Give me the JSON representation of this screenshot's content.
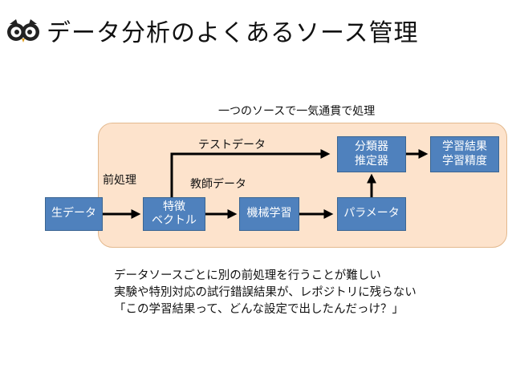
{
  "title": "データ分析のよくあるソース管理",
  "logo_icon": "owl-eyes-icon",
  "diagram": {
    "banner": "一つのソースで一気通貫で処理",
    "edge_labels": {
      "preprocess": "前処理",
      "test_data": "テストデータ",
      "teacher_data": "教師データ"
    },
    "nodes": {
      "raw_data": [
        "生データ"
      ],
      "feature_vector": [
        "特徴",
        "ベクトル"
      ],
      "machine_learning": [
        "機械学習"
      ],
      "parameters": [
        "パラメータ"
      ],
      "classifier": [
        "分類器",
        "推定器"
      ],
      "results": [
        "学習結果",
        "学習精度"
      ]
    }
  },
  "notes": [
    "データソースごとに別の前処理を行うことが難しい",
    "実験や特別対応の試行錯誤結果が、レポジトリに残らない",
    "「この学習結果って、どんな設定で出したんだっけ？」"
  ],
  "colors": {
    "node_fill": "#4f81bd",
    "panel_fill": "#fde3cc",
    "arrow": "#000000"
  }
}
